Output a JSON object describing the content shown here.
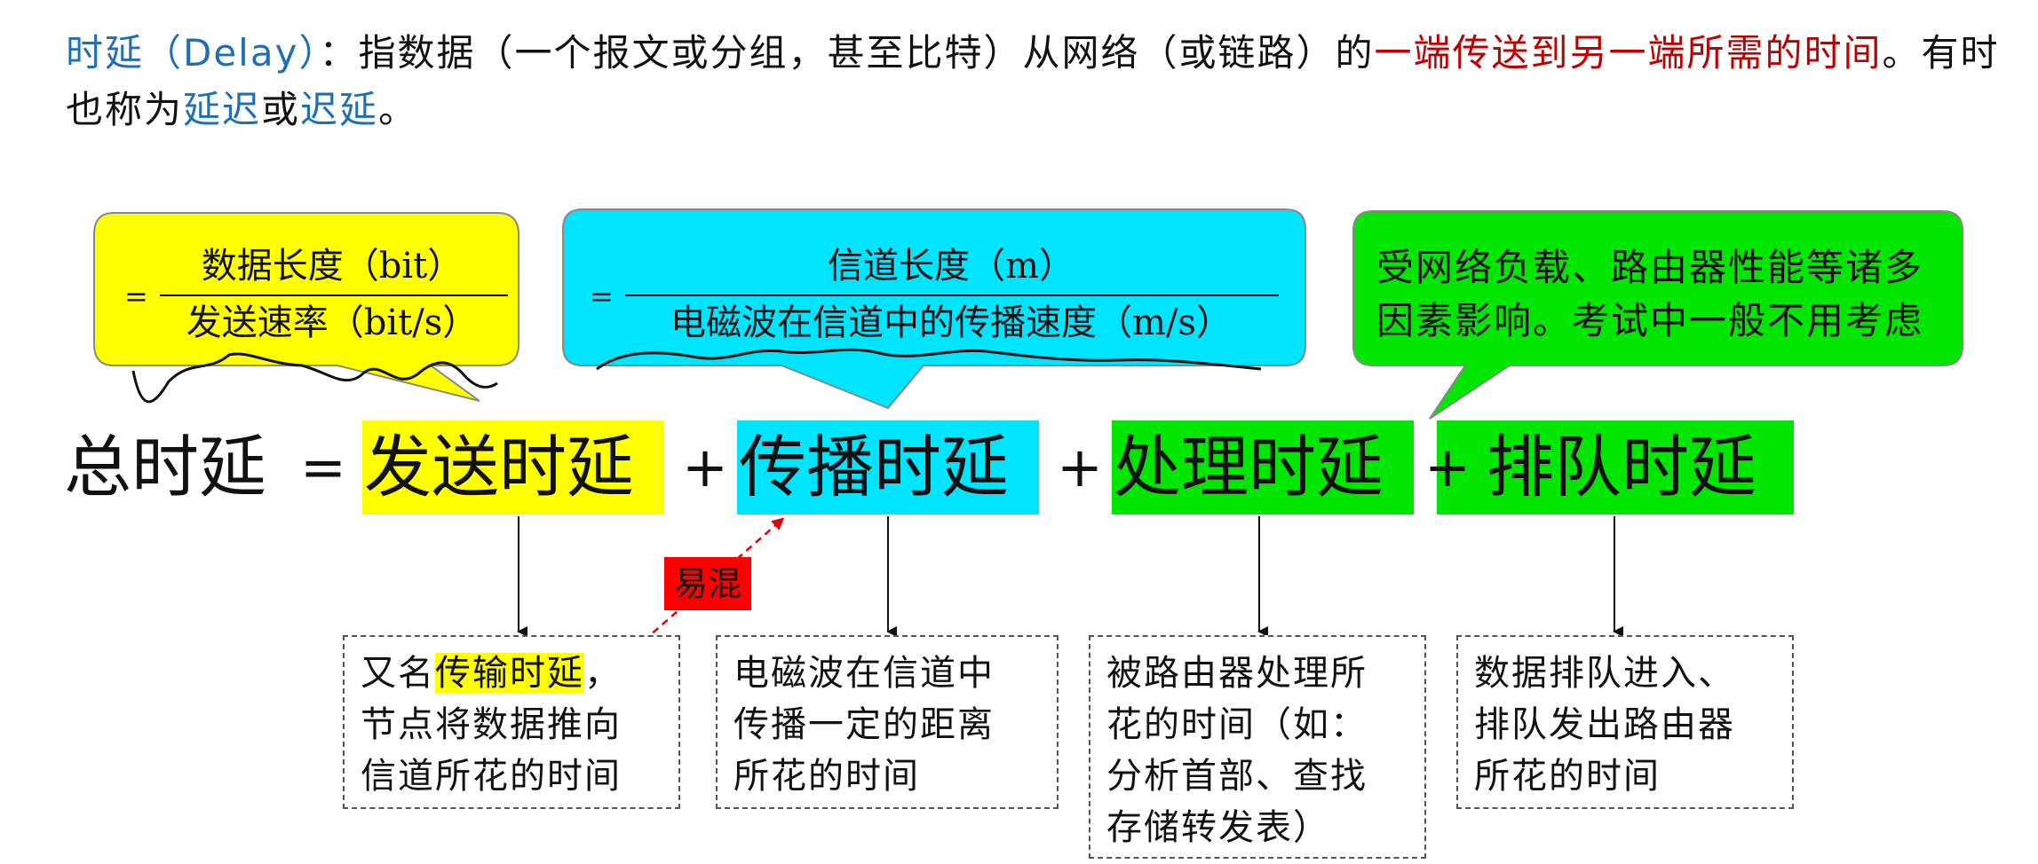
{
  "definition": {
    "term": "时延（Delay）",
    "colon": "：",
    "part1": "指数据（一个报文或分组，甚至比特）从网络（或链路）的",
    "red_part": "一端传送到另一端所需的时间",
    "part2": "。有时也称为",
    "alias1": "延迟",
    "or": "或",
    "alias2": "迟延",
    "end": "。"
  },
  "bubbles": {
    "transmission": {
      "equals": "=",
      "numerator": "数据长度（bit）",
      "denominator": "发送速率（bit/s）"
    },
    "propagation": {
      "equals": "=",
      "numerator": "信道长度（m）",
      "denominator": "电磁波在信道中的传播速度（m/s）"
    },
    "processing_queue": {
      "line1": "受网络负载、路由器性能等诸多",
      "line2": "因素影响。考试中一般不用考虑"
    }
  },
  "formula": {
    "total": "总时延",
    "equals": "=",
    "plus": "+",
    "transmission": "发送时延",
    "propagation": "传播时延",
    "processing": "处理时延",
    "queuing": "排队时延"
  },
  "confusion_badge": "易混",
  "notes": {
    "transmission": {
      "prefix": "又名",
      "highlight": "传输时延",
      "suffix": "，",
      "line2": "节点将数据推向",
      "line3": "信道所花的时间"
    },
    "propagation": {
      "line1": "电磁波在信道中",
      "line2": "传播一定的距离",
      "line3": "所花的时间"
    },
    "processing": {
      "line1": "被路由器处理所",
      "line2": "花的时间（如：",
      "line3": "分析首部、查找",
      "line4": "存储转发表）"
    },
    "queuing": {
      "line1": "数据排队进入、",
      "line2": "排队发出路由器",
      "line3": "所花的时间"
    }
  },
  "colors": {
    "yellow": "#ffff00",
    "cyan": "#00e5ff",
    "green": "#00e600",
    "red": "#ff0000",
    "blue_text": "#1f6fb5",
    "red_text": "#c00000"
  }
}
